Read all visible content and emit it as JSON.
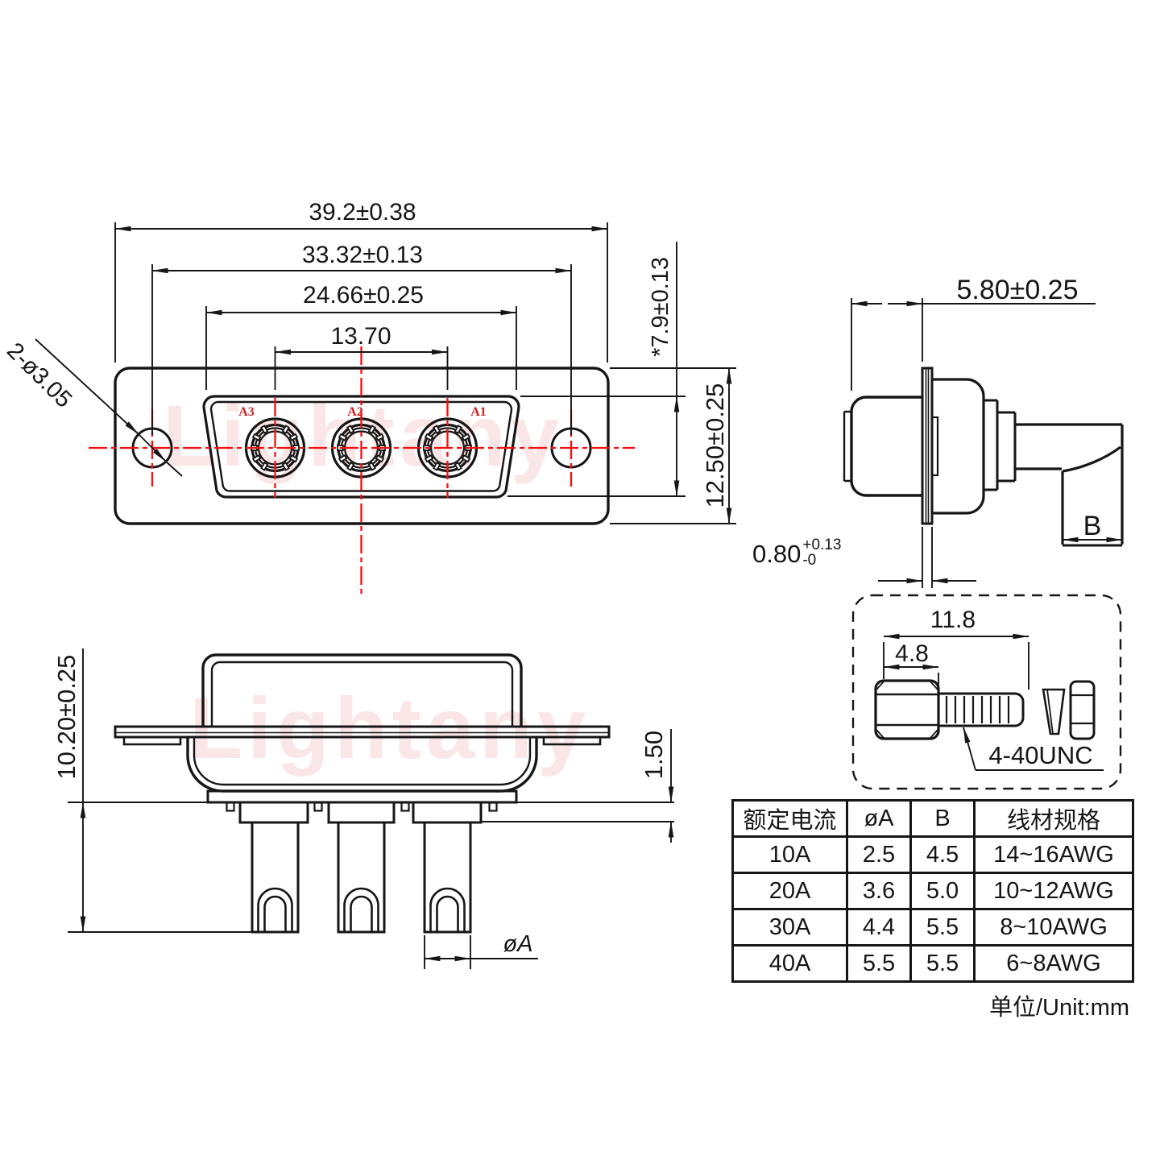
{
  "watermark": {
    "text": "Lightany"
  },
  "front_view": {
    "dim_overall_width": "39.2±0.38",
    "dim_mounting_pitch": "33.32±0.13",
    "dim_insert_width": "24.66±0.25",
    "dim_contact_pitch": "13.70",
    "dim_mounting_holes": "2-ø3.05",
    "dim_insert_height": "*7.9±0.13",
    "dim_flange_height": "12.50±0.25",
    "contact_labels": {
      "a3": "A3",
      "a2": "A2",
      "a1": "A1"
    }
  },
  "side_view": {
    "dim_depth": "5.80±0.25",
    "dim_tail_width": "B",
    "dim_flange_thickness": {
      "value": "0.80",
      "plus": "+0.13",
      "minus": "-0"
    }
  },
  "bottom_view": {
    "dim_height": "10.20±0.25",
    "dim_standoff": "1.50",
    "dim_barrel_diameter": "øA"
  },
  "screw_detail": {
    "dim_total_length": "11.8",
    "dim_head_length": "4.8",
    "thread_spec": "4-40UNC"
  },
  "spec_table": {
    "headers": [
      "额定电流",
      "øA",
      "B",
      "线材规格"
    ],
    "rows": [
      [
        "10A",
        "2.5",
        "4.5",
        "14~16AWG"
      ],
      [
        "20A",
        "3.6",
        "5.0",
        "10~12AWG"
      ],
      [
        "30A",
        "4.4",
        "5.5",
        "8~10AWG"
      ],
      [
        "40A",
        "5.5",
        "5.5",
        "6~8AWG"
      ]
    ],
    "unit_note": "单位/Unit:mm"
  },
  "colors": {
    "line": "#161616",
    "centerline_red": "#f50f0f",
    "label_red": "#cc2222",
    "watermark_pink": "#f6caca"
  }
}
